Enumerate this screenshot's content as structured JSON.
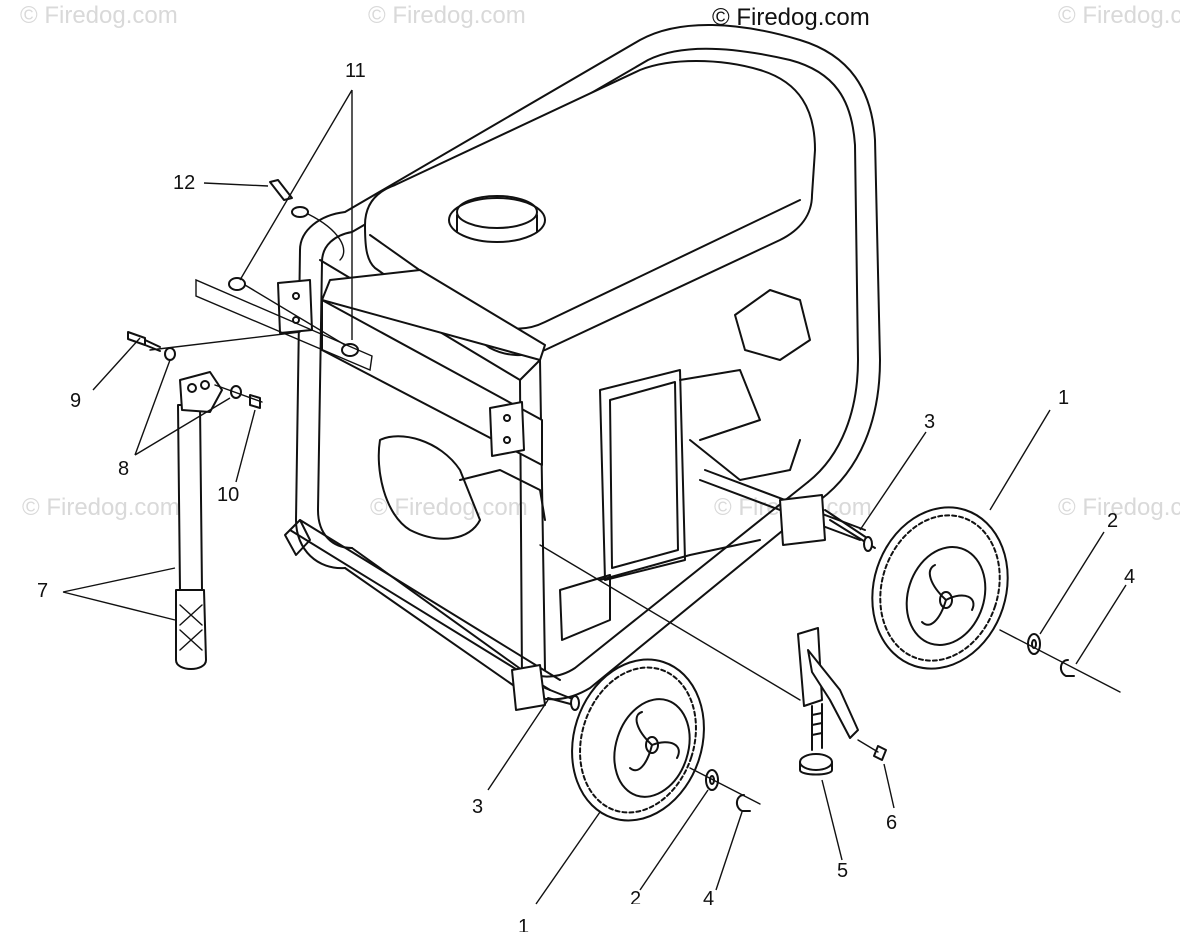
{
  "watermarks": {
    "main": "© Firedog.com",
    "faint": "© Firedog.com"
  },
  "callouts": {
    "c1_top": "1",
    "c1_bottom": "1",
    "c2_right": "2",
    "c2_bottom": "2",
    "c3_right": "3",
    "c3_bottom": "3",
    "c4_right": "4",
    "c4_bottom": "4",
    "c5": "5",
    "c6": "6",
    "c7": "7",
    "c8": "8",
    "c9": "9",
    "c10": "10",
    "c11": "11",
    "c12": "12"
  }
}
